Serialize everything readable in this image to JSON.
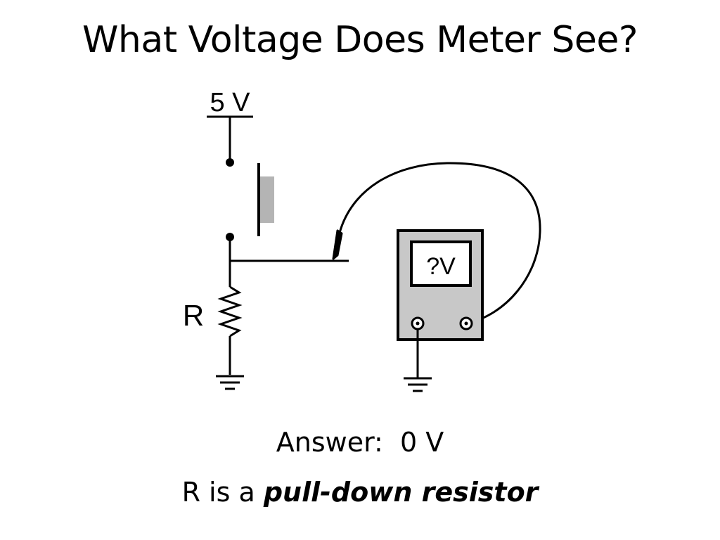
{
  "slide": {
    "title": "What Voltage Does Meter See?"
  },
  "circuit": {
    "supply_label": "5 V",
    "resistor_label": "R",
    "meter_display": "?V"
  },
  "answer": {
    "label": "Answer:",
    "value": "0 V"
  },
  "explanation": {
    "prefix": "R is a",
    "emphasis": "pull-down resistor"
  },
  "colors": {
    "line": "#000000",
    "meter_body": "#c8c8c8",
    "switch_button": "#b4b4b4",
    "background": "#ffffff"
  }
}
